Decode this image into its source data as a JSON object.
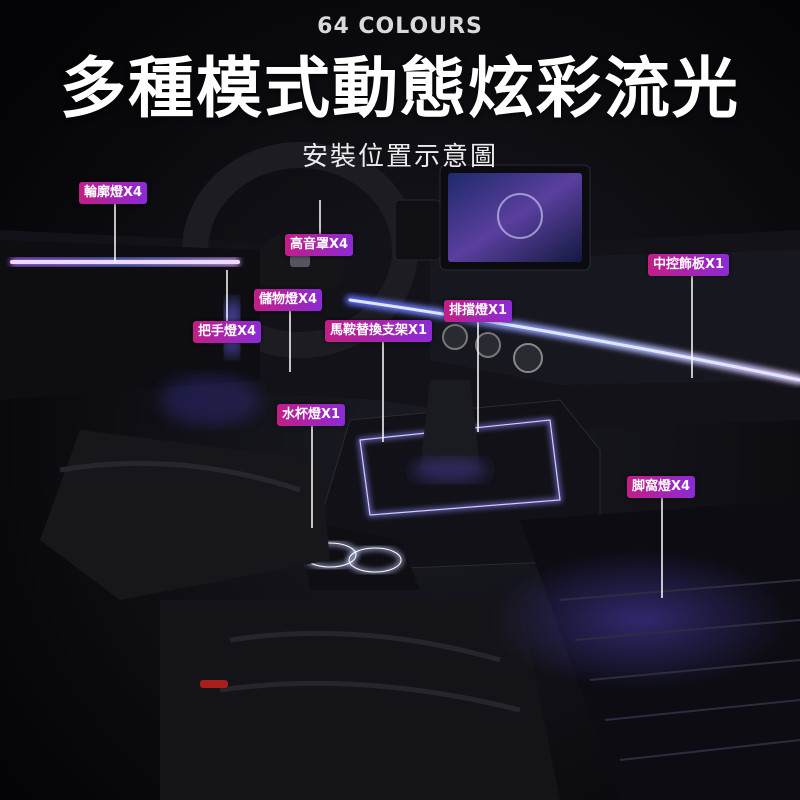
{
  "header": {
    "eyebrow": "64 COLOURS",
    "headline": "多種模式動態炫彩流光",
    "subhead": "安裝位置示意圖"
  },
  "callouts": [
    {
      "id": "outline",
      "label": "輪廓燈X4"
    },
    {
      "id": "tweeter",
      "label": "高音罩X4"
    },
    {
      "id": "storage",
      "label": "儲物燈X4"
    },
    {
      "id": "handle",
      "label": "把手燈X4"
    },
    {
      "id": "bracket",
      "label": "馬鞍替換支架X1"
    },
    {
      "id": "gear",
      "label": "排擋燈X1"
    },
    {
      "id": "console-trim",
      "label": "中控飾板X1"
    },
    {
      "id": "cupholder",
      "label": "水杯燈X1"
    },
    {
      "id": "footwell",
      "label": "脚窩燈X4"
    }
  ],
  "colors": {
    "callout_start": "#c21e86",
    "callout_end": "#8c2ad6",
    "ambient_blue": "#6f7cff",
    "ambient_violet": "#c07cff"
  }
}
